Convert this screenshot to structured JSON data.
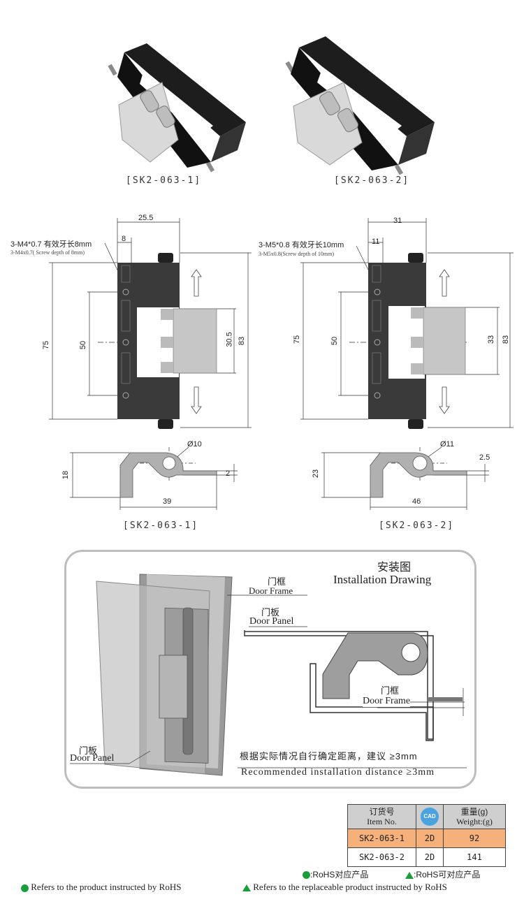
{
  "products": {
    "model_1": "[SK2-063-1]",
    "model_2": "[SK2-063-2]"
  },
  "drawing_1": {
    "dim_width": "25.5",
    "dim_offset": "8",
    "thread_note": "3-M4*0.7 有效牙长8mm",
    "thread_note_en": "3-M4x0.7( Screw depth of 8mm)",
    "dim_75": "75",
    "dim_50": "50",
    "dim_30_5": "30.5",
    "dim_83": "83",
    "dim_d10": "Ø10",
    "dim_18": "18",
    "dim_2": "2",
    "dim_39": "39",
    "caption": "[SK2-063-1]"
  },
  "drawing_2": {
    "dim_width": "31",
    "dim_offset": "11",
    "thread_note": "3-M5*0.8 有效牙长10mm",
    "thread_note_en": "3-M5x0.8(Screw depth of 10mm)",
    "dim_75": "75",
    "dim_50": "50",
    "dim_33": "33",
    "dim_83": "83",
    "dim_d11": "Ø11",
    "dim_2_5": "2.5",
    "dim_23": "23",
    "dim_46": "46",
    "caption": "[SK2-063-2]"
  },
  "installation": {
    "title_cn": "安装图",
    "title_en": "Installation Drawing",
    "door_frame_cn": "门框",
    "door_frame_en": "Door Frame",
    "door_panel_cn": "门板",
    "door_panel_en": "Door Panel",
    "frame2_cn": "门框",
    "frame2_en": "Door Frame",
    "panel2_cn": "门板",
    "panel2_en": "Door Panel",
    "recommend_cn": "根据实际情况自行确定距离，建议 ≥3mm",
    "recommend_en": "Recommended installation distance ≥3mm"
  },
  "table": {
    "col1_cn": "订货号",
    "col1_en": "Item No.",
    "cad": "CAD",
    "col3_cn": "重量(g)",
    "col3_en": "Weight:(g)",
    "rows": [
      {
        "item": "SK2-063-1",
        "cad": "2D",
        "weight": "92"
      },
      {
        "item": "SK2-063-2",
        "cad": "2D",
        "weight": "141"
      }
    ]
  },
  "legend": {
    "rohs_cn": ":RoHS对应产品",
    "rohs_rep_cn": ":RoHS可对应产品",
    "rohs_en": "Refers to the product instructed by RoHS",
    "rohs_rep_en": "Refers to the replaceable product instructed by RoHS"
  },
  "colors": {
    "hinge_dark": "#2b2b2b",
    "hinge_silver": "#c9c9c9",
    "highlight_row": "#f6b07a",
    "rohs_green": "#1a9e3a"
  }
}
